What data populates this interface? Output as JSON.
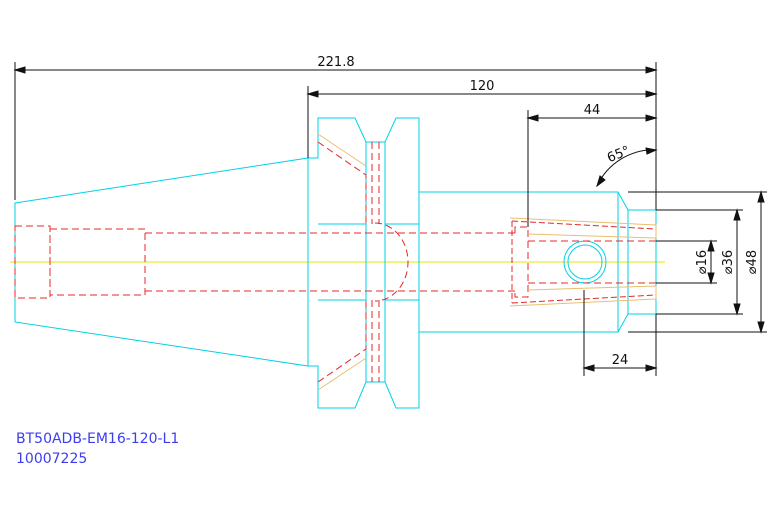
{
  "title": {
    "part_name": "BT50ADB-EM16-120-L1",
    "part_number": "10007225"
  },
  "dimensions": {
    "overall_length": "221.8",
    "gauge_length": "120",
    "bore_depth": "44",
    "taper_angle": "65°",
    "bore_diameter": "⌀16",
    "nose_diameter": "⌀36",
    "body_diameter": "⌀48",
    "nose_length": "24"
  },
  "colors": {
    "outline": "#00d2e6",
    "hidden": "#e62828",
    "centerline": "#e6e600",
    "dimension": "#111111",
    "title": "#3d3df0",
    "hatch": "#e8c070"
  }
}
